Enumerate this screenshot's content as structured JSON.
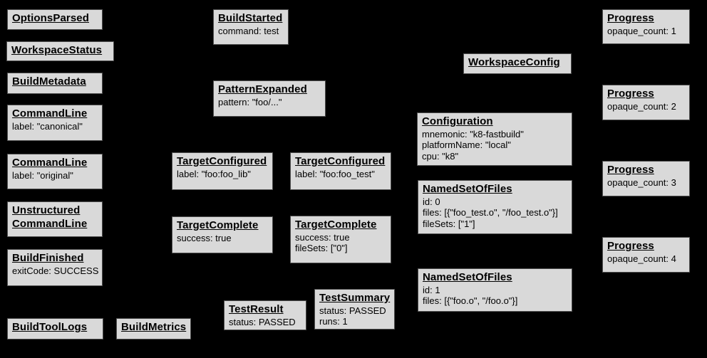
{
  "diagram": {
    "description": "Bazel Build Event Protocol event graph",
    "background_color": "#000000",
    "box_fill_color": "#d9d9d9",
    "box_border_color": "#4f4f4f",
    "text_color": "#000000"
  },
  "nodes": [
    {
      "title": "OptionsParsed",
      "fields": []
    },
    {
      "title": "WorkspaceStatus",
      "fields": []
    },
    {
      "title": "BuildMetadata",
      "fields": []
    },
    {
      "title": "CommandLine",
      "fields": [
        "label: \"canonical\""
      ]
    },
    {
      "title": "CommandLine",
      "fields": [
        "label: \"original\""
      ]
    },
    {
      "title": "Unstructured\nCommandLine",
      "fields": []
    },
    {
      "title": "BuildFinished",
      "fields": [
        "exitCode: SUCCESS"
      ]
    },
    {
      "title": "BuildToolLogs",
      "fields": []
    },
    {
      "title": "BuildMetrics",
      "fields": []
    },
    {
      "title": "BuildStarted",
      "fields": [
        "command: test"
      ]
    },
    {
      "title": "PatternExpanded",
      "fields": [
        "pattern: \"foo/...\""
      ]
    },
    {
      "title": "TargetConfigured",
      "fields": [
        "label: \"foo:foo_lib\""
      ]
    },
    {
      "title": "TargetConfigured",
      "fields": [
        "label: \"foo:foo_test\""
      ]
    },
    {
      "title": "TargetComplete",
      "fields": [
        "success: true"
      ]
    },
    {
      "title": "TargetComplete",
      "fields": [
        "success: true",
        "fileSets: [\"0\"]"
      ]
    },
    {
      "title": "TestResult",
      "fields": [
        "status: PASSED"
      ]
    },
    {
      "title": "TestSummary",
      "fields": [
        "status: PASSED",
        "runs: 1"
      ]
    },
    {
      "title": "WorkspaceConfig",
      "fields": []
    },
    {
      "title": "Configuration",
      "fields": [
        "mnemonic: \"k8-fastbuild\"",
        "platformName: \"local\"",
        "cpu: \"k8\""
      ]
    },
    {
      "title": "NamedSetOfFiles",
      "fields": [
        "id: 0",
        "files: [{\"foo_test.o\", \"/foo_test.o\"}]",
        "fileSets: [\"1\"]"
      ]
    },
    {
      "title": "NamedSetOfFiles",
      "fields": [
        "id: 1",
        "files: [{\"foo.o\", \"/foo.o\"}]"
      ]
    },
    {
      "title": "Progress",
      "fields": [
        "opaque_count: 1"
      ]
    },
    {
      "title": "Progress",
      "fields": [
        "opaque_count: 2"
      ]
    },
    {
      "title": "Progress",
      "fields": [
        "opaque_count: 3"
      ]
    },
    {
      "title": "Progress",
      "fields": [
        "opaque_count: 4"
      ]
    }
  ]
}
